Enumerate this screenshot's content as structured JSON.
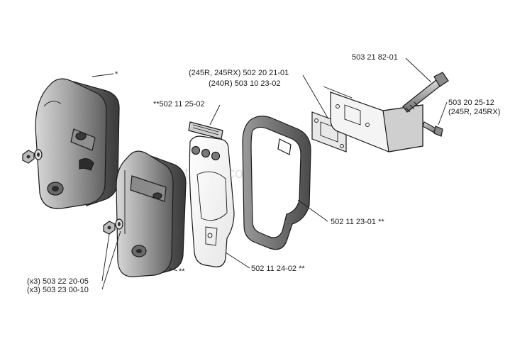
{
  "watermark": "ReplacementParts.com",
  "labels": {
    "muffler_a_star": "*",
    "muffler_b_star": "**",
    "gasket_plate_top": "**502 11 25-02",
    "gasket_plate_bottom": "502 11 24-02 **",
    "cover": "502 11 23-01 **",
    "gasket_a": "(245R, 245RX) 502 20 21-01",
    "gasket_b": "(240R) 503 10 23-02",
    "bolt": "503 21 82-01",
    "screw_1": "503 20 25-12",
    "screw_2": "(245R, 245RX)",
    "nut": "(x3) 503 22 20-05",
    "washer": "(x3) 503 23 00-10"
  }
}
